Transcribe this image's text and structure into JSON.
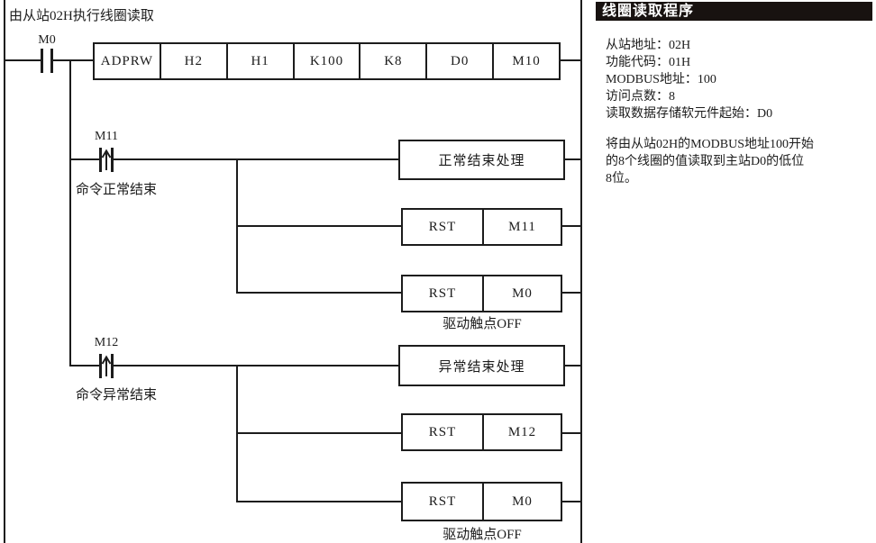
{
  "ladder": {
    "comment": "由从站02H执行线圈读取",
    "m0": "M0",
    "adprw_cells": [
      "ADPRW",
      "H2",
      "H1",
      "K100",
      "K8",
      "D0",
      "M10"
    ],
    "m11": "M11",
    "m11_caption": "命令正常结束",
    "normal_box": "正常结束处理",
    "rst_m11": {
      "op": "RST",
      "operand": "M11"
    },
    "rst_m0_a": {
      "op": "RST",
      "operand": "M0"
    },
    "drive_off_a": "驱动触点OFF",
    "m12": "M12",
    "m12_caption": "命令异常结束",
    "error_box": "异常结束处理",
    "rst_m12": {
      "op": "RST",
      "operand": "M12"
    },
    "rst_m0_b": {
      "op": "RST",
      "operand": "M0"
    },
    "drive_off_b": "驱动触点OFF"
  },
  "panel": {
    "title": "线圈读取程序",
    "details": [
      "从站地址：02H",
      "功能代码：01H",
      "MODBUS地址：100",
      "访问点数：8",
      "读取数据存储软元件起始：D0"
    ],
    "description_lines": [
      "将由从站02H的MODBUS地址100开始",
      "的8个线圈的值读取到主站D0的低位",
      "8位。"
    ]
  }
}
